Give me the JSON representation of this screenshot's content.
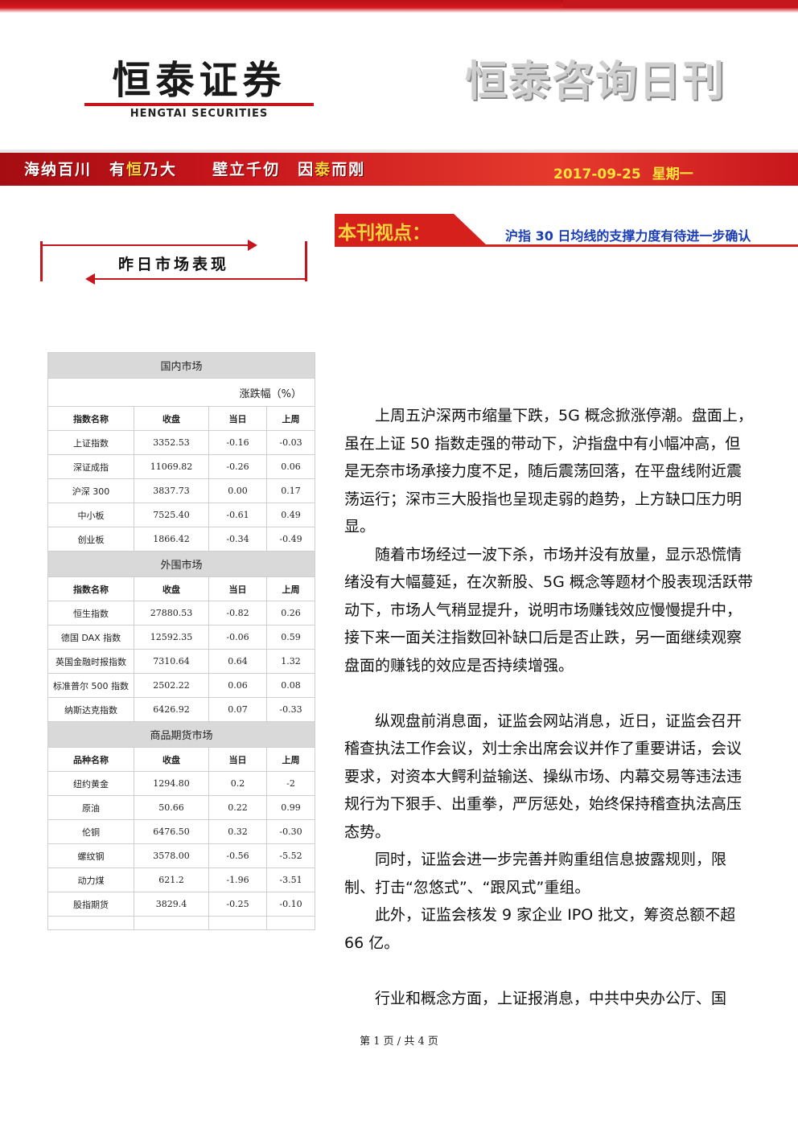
{
  "header": {
    "logo_cn": "恒泰证券",
    "logo_en": "HENGTAI SECURITIES",
    "publication_title": "恒泰咨询日刊",
    "slogan_parts": [
      "海纳百川",
      "有",
      "恒",
      "乃大",
      "壁立千仞",
      "因",
      "泰",
      "而刚"
    ],
    "date": "2017-09-25",
    "weekday": "星期一"
  },
  "viewpoint": {
    "label": "本刊视点：",
    "headline": "沪指 30 日均线的支撑力度有待进一步确认"
  },
  "section": {
    "title": "昨日市场表现"
  },
  "table": {
    "unit": "涨跌幅（%）",
    "domestic": {
      "title": "国内市场",
      "headers": [
        "指数名称",
        "收盘",
        "当日",
        "上周"
      ],
      "rows": [
        [
          "上证指数",
          "3352.53",
          "-0.16",
          "-0.03"
        ],
        [
          "深证成指",
          "11069.82",
          "-0.26",
          "0.06"
        ],
        [
          "沪深 300",
          "3837.73",
          "0.00",
          "0.17"
        ],
        [
          "中小板",
          "7525.40",
          "-0.61",
          "0.49"
        ],
        [
          "创业板",
          "1866.42",
          "-0.34",
          "-0.49"
        ]
      ]
    },
    "foreign": {
      "title": "外围市场",
      "headers": [
        "指数名称",
        "收盘",
        "当日",
        "上周"
      ],
      "rows": [
        [
          "恒生指数",
          "27880.53",
          "-0.82",
          "0.26"
        ],
        [
          "德国 DAX 指数",
          "12592.35",
          "-0.06",
          "0.59"
        ],
        [
          "英国金融时报指数",
          "7310.64",
          "0.64",
          "1.32"
        ],
        [
          "标准普尔 500 指数",
          "2502.22",
          "0.06",
          "0.08"
        ],
        [
          "纳斯达克指数",
          "6426.92",
          "0.07",
          "-0.33"
        ]
      ]
    },
    "futures": {
      "title": "商品期货市场",
      "headers": [
        "品种名称",
        "收盘",
        "当日",
        "上周"
      ],
      "rows": [
        [
          "纽约黄金",
          "1294.80",
          "0.2",
          "-2"
        ],
        [
          "原油",
          "50.66",
          "0.22",
          "0.99"
        ],
        [
          "伦铜",
          "6476.50",
          "0.32",
          "-0.30"
        ],
        [
          "螺纹钢",
          "3578.00",
          "-0.56",
          "-5.52"
        ],
        [
          "动力煤",
          "621.2",
          "-1.96",
          "-3.51"
        ],
        [
          "股指期货",
          "3829.4",
          "-0.25",
          "-0.10"
        ]
      ]
    }
  },
  "body": {
    "paragraphs": [
      "上周五沪深两市缩量下跌，5G 概念掀涨停潮。盘面上，虽在上证 50 指数走强的带动下，沪指盘中有小幅冲高，但是无奈市场承接力度不足，随后震荡回落，在平盘线附近震荡运行；深市三大股指也呈现走弱的趋势，上方缺口压力明显。",
      "随着市场经过一波下杀，市场并没有放量，显示恐慌情绪没有大幅蔓延，在次新股、5G 概念等题材个股表现活跃带动下，市场人气稍显提升，说明市场赚钱效应慢慢提升中，接下来一面关注指数回补缺口后是否止跌，另一面继续观察盘面的赚钱的效应是否持续增强。",
      "纵观盘前消息面，证监会网站消息，近日，证监会召开稽查执法工作会议，刘士余出席会议并作了重要讲话，会议要求，对资本大鳄利益输送、操纵市场、内幕交易等违法违规行为下狠手、出重拳，严厉惩处，始终保持稽查执法高压态势。",
      "同时，证监会进一步完善并购重组信息披露规则，限制、打击“忽悠式”、“跟风式”重组。",
      "此外，证监会核发 9 家企业 IPO 批文，筹资总额不超 66 亿。",
      "行业和概念方面，上证报消息，中共中央办公厅、国"
    ]
  },
  "footer": {
    "page_indicator": "第 1 页 / 共 4 页"
  }
}
